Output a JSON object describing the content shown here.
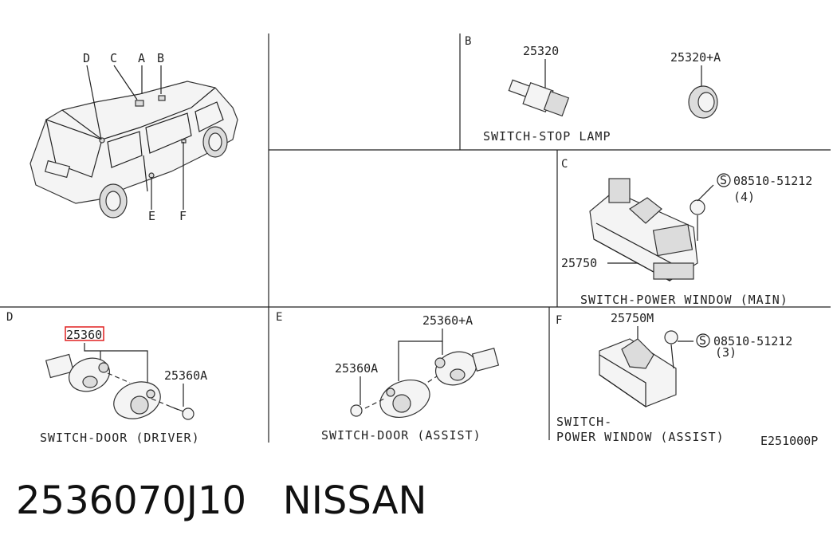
{
  "sections": {
    "b": "B",
    "c": "C",
    "d": "D",
    "e": "E",
    "f": "F"
  },
  "car_callouts": {
    "d": "D",
    "c": "C",
    "a": "A",
    "b": "B",
    "e": "E",
    "f": "F"
  },
  "parts": {
    "p25320": "25320",
    "p25320a": "25320+A",
    "screw_c": "08510-51212",
    "screw_c_qty": "(4)",
    "p25750": "25750",
    "p25360_highlight": "2536",
    "p25360_suffix": "0",
    "p25360a_d": "25360A",
    "p25360plus_a": "25360+A",
    "p25360a_e": "25360A",
    "p25750m": "25750M",
    "screw_f": "08510-51212",
    "screw_f_qty": "(3)"
  },
  "captions": {
    "stop_lamp": "SWITCH-STOP LAMP",
    "pw_main": "SWITCH-POWER WINDOW (MAIN)",
    "door_driver": "SWITCH-DOOR (DRIVER)",
    "door_assist": "SWITCH-DOOR (ASSIST)",
    "pw_assist_1": "SWITCH-",
    "pw_assist_2": "POWER WINDOW (ASSIST)"
  },
  "screw_symbol": "S",
  "diagram_code": "E251000P",
  "footer": {
    "part_number": "2536070J10",
    "brand": "NISSAN"
  },
  "colors": {
    "highlight": "#e02020",
    "line": "#222222"
  }
}
